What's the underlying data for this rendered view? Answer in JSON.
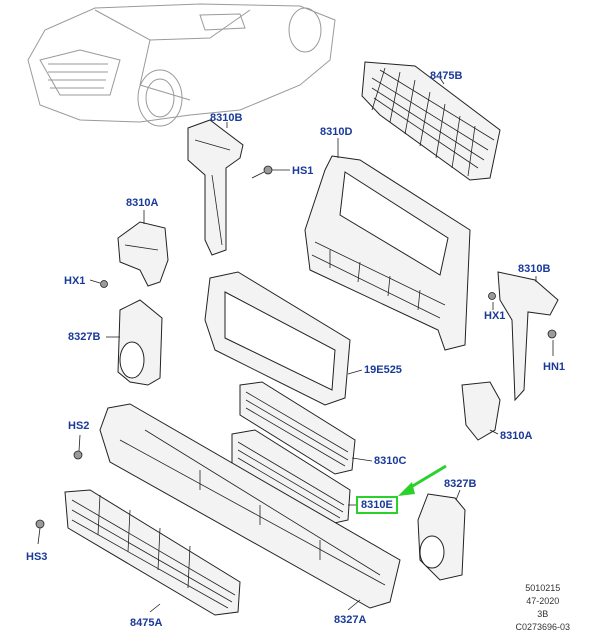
{
  "callouts": [
    {
      "id": "8475B_top",
      "text": "8475B"
    },
    {
      "id": "8310B_left",
      "text": "8310B"
    },
    {
      "id": "8310D",
      "text": "8310D"
    },
    {
      "id": "HS1",
      "text": "HS1"
    },
    {
      "id": "8310A_left",
      "text": "8310A"
    },
    {
      "id": "HX1_left",
      "text": "HX1"
    },
    {
      "id": "8310B_right",
      "text": "8310B"
    },
    {
      "id": "HX1_right",
      "text": "HX1"
    },
    {
      "id": "8327B_left",
      "text": "8327B"
    },
    {
      "id": "HN1",
      "text": "HN1"
    },
    {
      "id": "19E525",
      "text": "19E525"
    },
    {
      "id": "8310A_right",
      "text": "8310A"
    },
    {
      "id": "HS2",
      "text": "HS2"
    },
    {
      "id": "8310C",
      "text": "8310C"
    },
    {
      "id": "8327B_right",
      "text": "8327B"
    },
    {
      "id": "8310E",
      "text": "8310E"
    },
    {
      "id": "HS3",
      "text": "HS3"
    },
    {
      "id": "8475A",
      "text": "8475A"
    },
    {
      "id": "8327A",
      "text": "8327A"
    }
  ],
  "reference": {
    "line1": "5010215",
    "line2": "47-2020",
    "line3": "3B",
    "line4": "C0273696-03"
  },
  "colors": {
    "callout": "#1a3a9a",
    "highlight": "#2bd12b",
    "arrow": "#2bd12b"
  }
}
